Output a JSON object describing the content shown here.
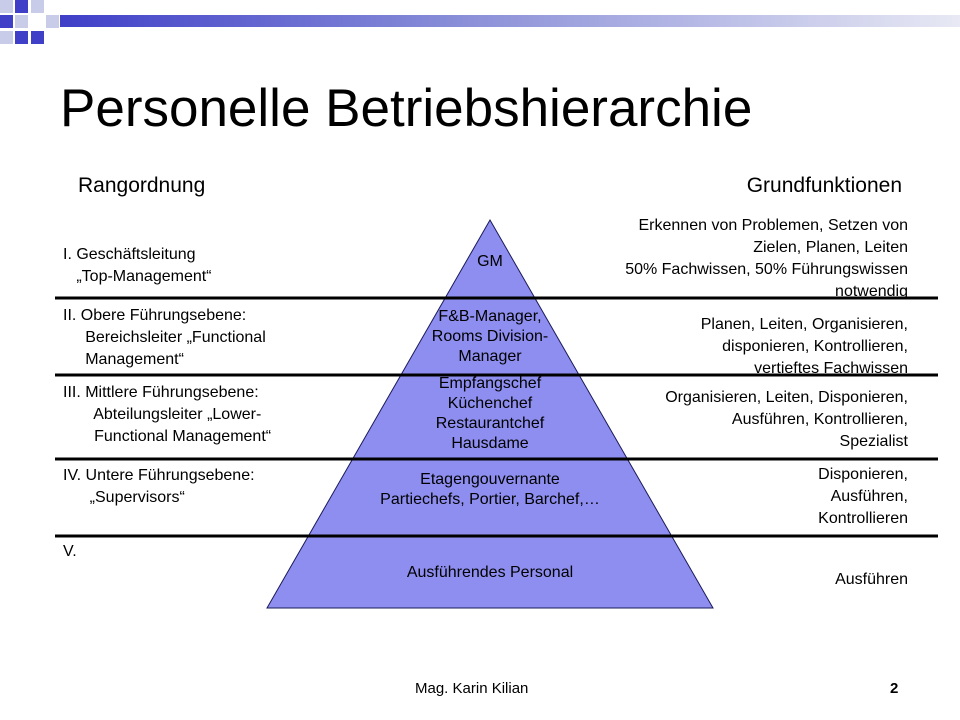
{
  "slide": {
    "title": "Personelle Betriebshierarchie",
    "left_heading": "Rangordnung",
    "right_heading": "Grundfunktionen",
    "levels": [
      {
        "label": "I. Geschäftsleitung\n   „Top-Management“"
      },
      {
        "label": "II. Obere Führungsebene:\n     Bereichsleiter „Functional\n     Management“"
      },
      {
        "label": "III. Mittlere Führungsebene:\n       Abteilungsleiter „Lower-\n       Functional Management“"
      },
      {
        "label": "IV. Untere Führungsebene:\n      „Supervisors“"
      },
      {
        "label": "V."
      }
    ],
    "pyramid": [
      {
        "text": "GM"
      },
      {
        "text": "F&B-Manager,\nRooms Division-\nManager"
      },
      {
        "text": "Empfangschef\nKüchenchef\nRestaurantchef\nHausdame"
      },
      {
        "text": "Etagengouvernante\nPartiechefs, Portier, Barchef,…"
      },
      {
        "text": "Ausführendes Personal"
      }
    ],
    "functions": [
      {
        "text": "Erkennen von Problemen, Setzen von\nZielen, Planen, Leiten\n50% Fachwissen, 50% Führungswissen\nnotwendig"
      },
      {
        "text": "Planen, Leiten, Organisieren,\ndisponieren, Kontrollieren,\nvertieftes Fachwissen"
      },
      {
        "text": "Organisieren, Leiten, Disponieren,\nAusführen, Kontrollieren,\nSpezialist"
      },
      {
        "text": "Disponieren,\nAusführen,\nKontrollieren"
      },
      {
        "text": "Ausführen"
      }
    ],
    "footer_author": "Mag. Karin Kilian",
    "page_number": "2"
  },
  "colors": {
    "pyramid_fill": "#8E8EF0",
    "deco_dark": "#3F3FC8",
    "deco_light": "#C9CCE8",
    "separator": "#000000"
  }
}
